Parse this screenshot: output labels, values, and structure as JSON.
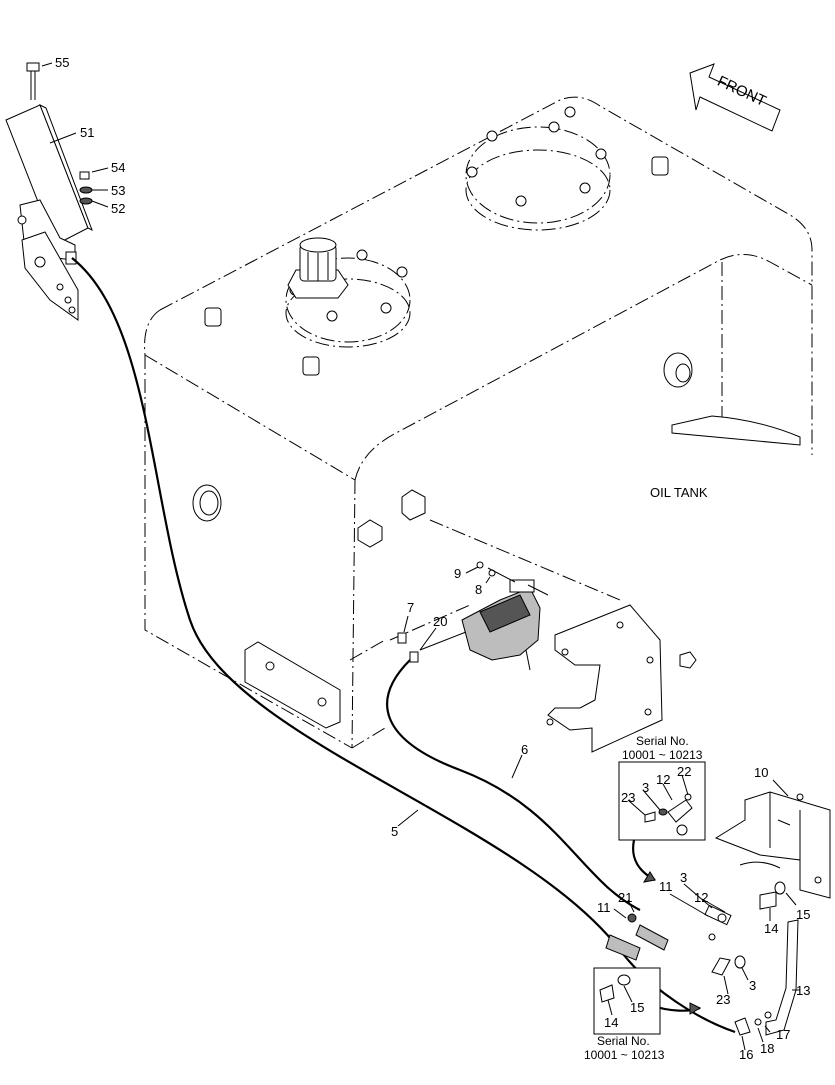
{
  "diagram": {
    "front_label": "FRONT",
    "tank_label": "OIL TANK",
    "serial_caption": {
      "line1": "Serial No.",
      "line2": "10001 ~ 10213"
    },
    "parts": {
      "p55": "55",
      "p51": "51",
      "p54": "54",
      "p53": "53",
      "p52": "52",
      "p9": "9",
      "p8": "8",
      "p7": "7",
      "p20": "20",
      "p6": "6",
      "p5": "5",
      "p10": "10",
      "p11a": "11",
      "p11b": "11",
      "p21": "21",
      "p3a": "3",
      "p12a": "12",
      "p15a": "15",
      "p14a": "14",
      "p3b": "3",
      "p23a": "23",
      "p13": "13",
      "p17": "17",
      "p18": "18",
      "p16": "16",
      "inset1_23": "23",
      "inset1_3": "3",
      "inset1_12": "12",
      "inset1_22": "22",
      "inset2_15": "15",
      "inset2_14": "14"
    }
  }
}
